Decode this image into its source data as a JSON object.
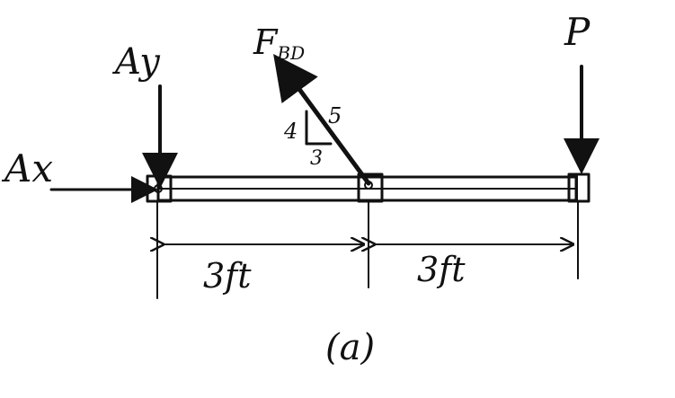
{
  "labels": {
    "ax": "Ax",
    "ay": "Ay",
    "fbd_main": "F",
    "fbd_sub": "BD",
    "p": "P",
    "slope_rise": "4",
    "slope_run": "3",
    "slope_hyp": "5",
    "dim_left": "3ft",
    "dim_right": "3ft",
    "caption": "(a)"
  },
  "colors": {
    "ink": "#111111",
    "background": "#ffffff"
  }
}
